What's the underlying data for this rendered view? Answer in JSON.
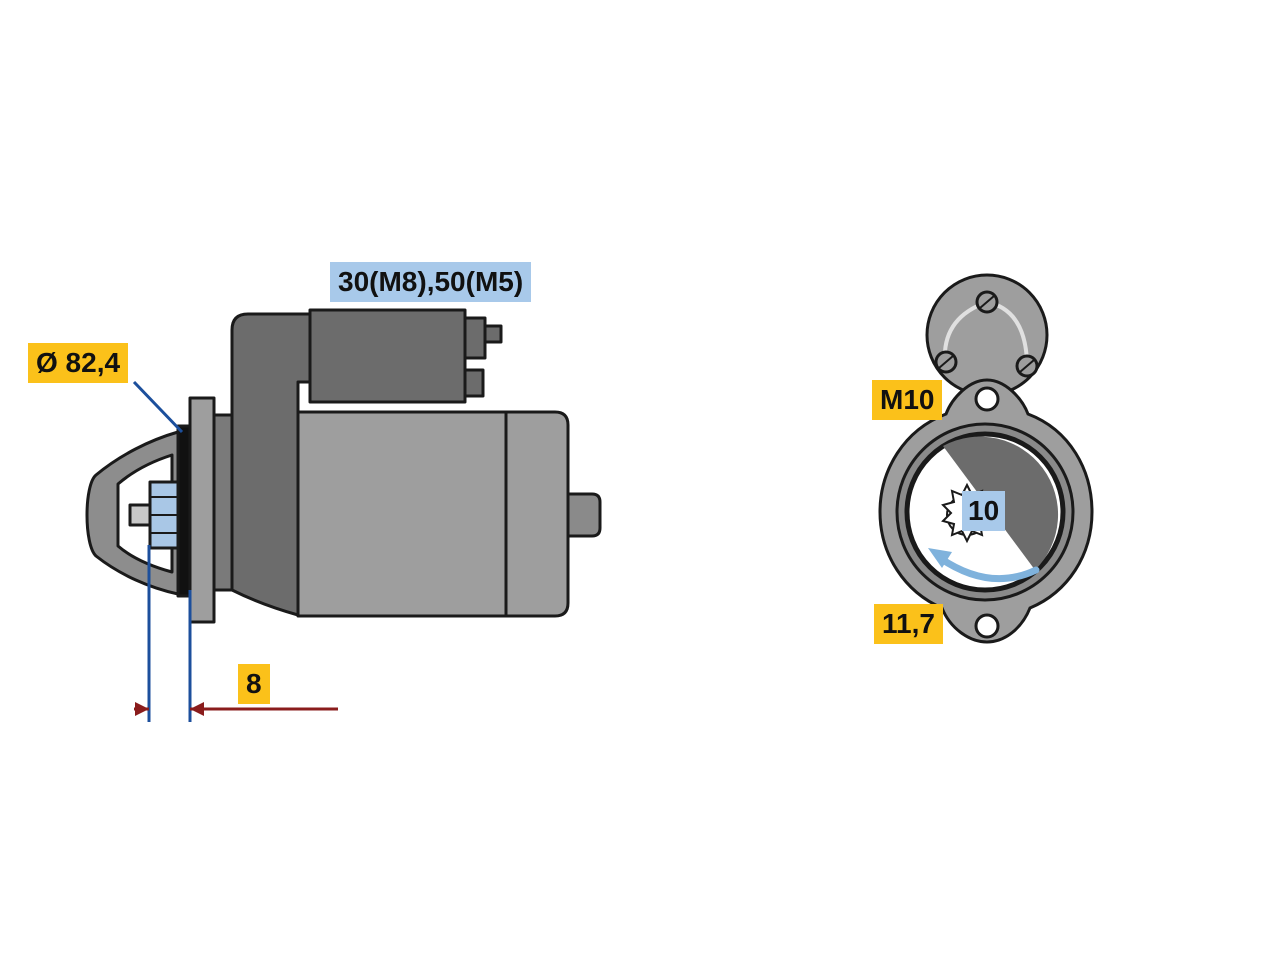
{
  "labels": {
    "diameter": "Ø 82,4",
    "terminals": "30(M8),50(M5)",
    "offset": "8",
    "bolt_thread": "M10",
    "teeth": "10",
    "module": "11,7"
  },
  "colors": {
    "yellow": "#fbc11a",
    "blue": "#a8c9ea",
    "body": "#9e9e9e",
    "dark_body": "#6c6c6c",
    "outline": "#1a1a1a",
    "dim_blue": "#1c4f9c",
    "dim_red": "#8a1c1c",
    "arrow_blue": "#7fb2dc"
  },
  "icons": {
    "rotation": "rotation-arrow-icon"
  }
}
